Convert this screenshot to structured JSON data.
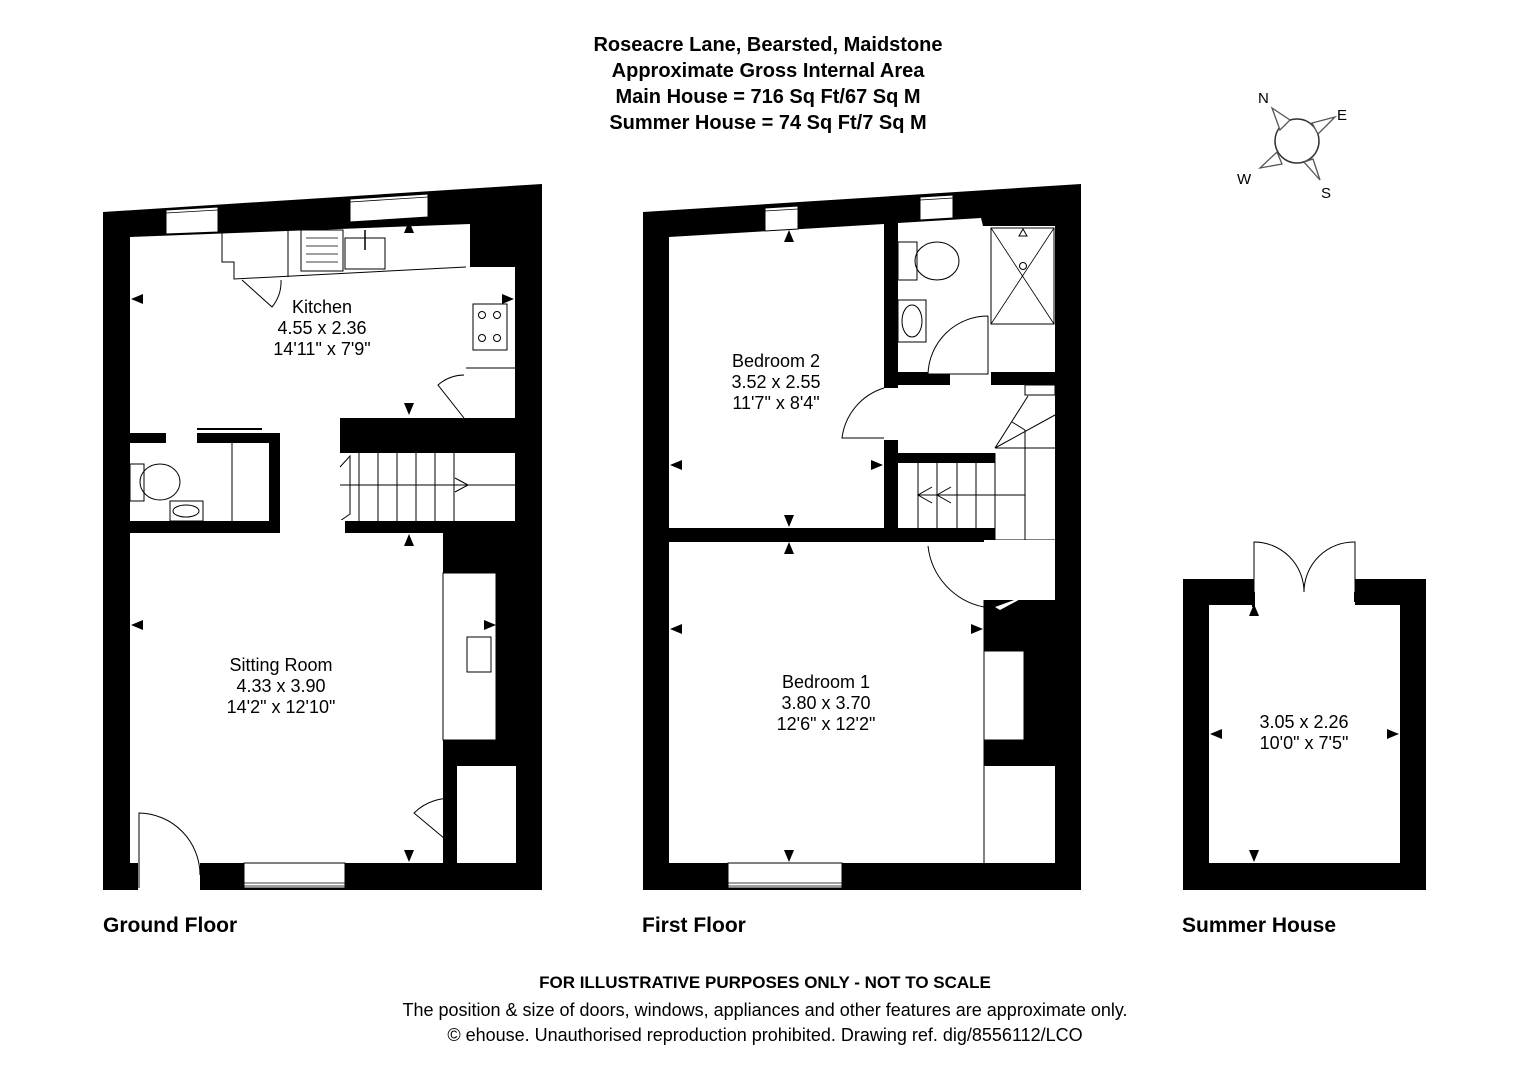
{
  "header": {
    "address": "Roseacre Lane, Bearsted, Maidstone",
    "subtitle": "Approximate Gross Internal Area",
    "main_house_area": "Main House = 716 Sq Ft/67 Sq M",
    "summer_house_area": "Summer House = 74 Sq Ft/7 Sq M"
  },
  "compass": {
    "north": "N",
    "east": "E",
    "south": "S",
    "west": "W"
  },
  "floors": {
    "ground": {
      "title": "Ground Floor",
      "rooms": [
        {
          "name": "Kitchen",
          "metric": "4.55 x 2.36",
          "imperial": "14'11\" x 7'9\""
        },
        {
          "name": "Sitting Room",
          "metric": "4.33 x 3.90",
          "imperial": "14'2\" x 12'10\""
        }
      ]
    },
    "first": {
      "title": "First Floor",
      "rooms": [
        {
          "name": "Bedroom 2",
          "metric": "3.52 x 2.55",
          "imperial": "11'7\" x 8'4\""
        },
        {
          "name": "Bedroom 1",
          "metric": "3.80 x 3.70",
          "imperial": "12'6\" x 12'2\""
        }
      ]
    },
    "summer": {
      "title": "Summer House",
      "rooms": [
        {
          "name": "",
          "metric": "3.05 x 2.26",
          "imperial": "10'0\" x 7'5\""
        }
      ]
    }
  },
  "footer": {
    "disclaimer": "FOR ILLUSTRATIVE PURPOSES ONLY - NOT TO SCALE",
    "note": "The position & size of doors, windows, appliances and other features are approximate only.",
    "copyright": "© ehouse. Unauthorised reproduction prohibited. Drawing ref. dig/8556112/LCO"
  }
}
